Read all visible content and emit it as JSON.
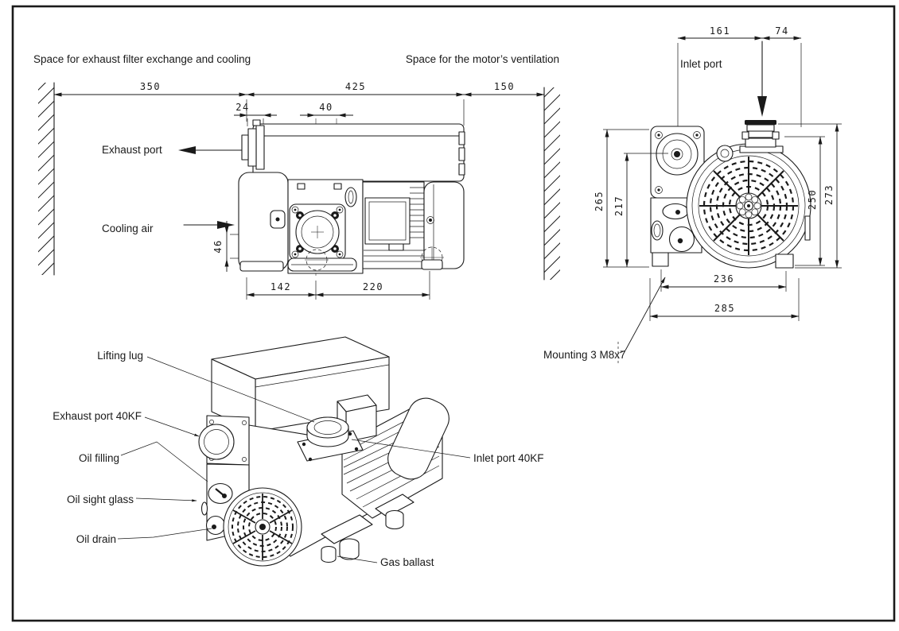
{
  "page": {
    "background": "#ffffff",
    "line_color": "#1a1a1a"
  },
  "annotations": {
    "space_left": "Space for exhaust filter exchange and cooling",
    "space_right": "Space for the motor’s ventilation"
  },
  "side_view": {
    "labels": {
      "exhaust_port": "Exhaust port",
      "cooling_air": "Cooling air"
    },
    "dims": {
      "wall_clearance_left": "350",
      "pump_length": "425",
      "wall_clearance_right": "150",
      "exhaust_offset": "24",
      "inlet_offset": "40",
      "cooling_air_height": "46",
      "foot_pitch_front": "142",
      "foot_pitch_rear": "220"
    }
  },
  "front_view": {
    "labels": {
      "inlet_port": "Inlet port",
      "mounting": "Mounting 3 M8x7"
    },
    "dims": {
      "inlet_from_left": "161",
      "inlet_from_right": "74",
      "height_overall": "265",
      "height_exhaust_axis": "217",
      "height_inlet_flange": "250",
      "height_inlet_top": "273",
      "foot_pitch": "236",
      "width_overall": "285"
    }
  },
  "iso_view": {
    "labels": {
      "lifting_lug": "Lifting lug",
      "exhaust_port": "Exhaust port 40KF",
      "oil_filling": "Oil filling",
      "oil_sight_glass": "Oil sight glass",
      "oil_drain": "Oil drain",
      "inlet_port": "Inlet port 40KF",
      "gas_ballast": "Gas ballast"
    }
  }
}
